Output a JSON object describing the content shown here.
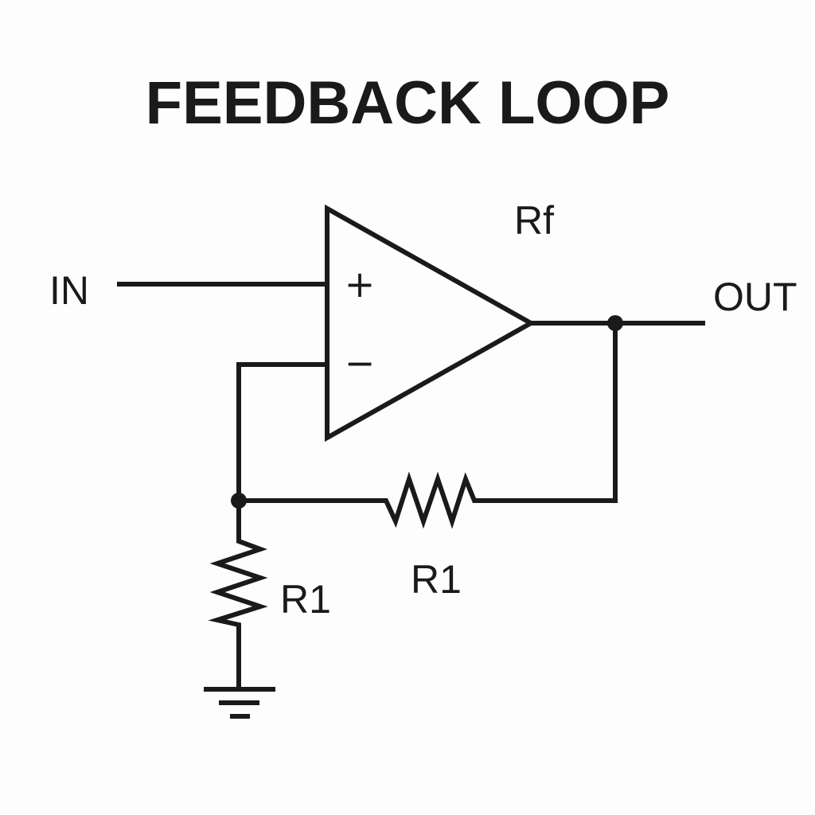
{
  "title": "FEEDBACK LOOP",
  "labels": {
    "input": "IN",
    "output": "OUT",
    "feedback_resistor_top": "Rf",
    "feedback_resistor": "R1",
    "ground_resistor": "R1",
    "non_inverting": "+",
    "inverting": "−"
  },
  "components": [
    {
      "type": "op-amp",
      "inputs": [
        "+",
        "-"
      ]
    },
    {
      "type": "resistor",
      "label": "R1",
      "role": "feedback"
    },
    {
      "type": "resistor",
      "label": "R1",
      "role": "to-ground"
    },
    {
      "type": "ground"
    }
  ],
  "colors": {
    "ink": "#1a1a1a",
    "background": "#fdfdfd"
  }
}
